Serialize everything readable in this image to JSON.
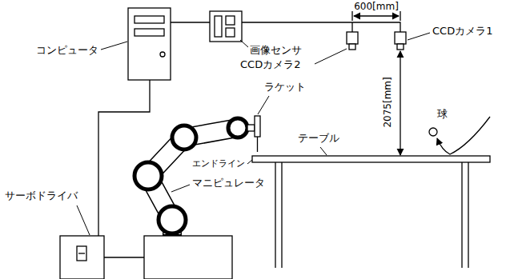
{
  "diagram": {
    "labels": [
      "600[mm]",
      "コンピュータ",
      "画像センサ",
      "CCDカメラ2",
      "CCDカメラ1",
      "ラケット",
      "テーブル",
      "2075[mm]",
      "球",
      "エンドライン",
      "マニピュレータ",
      "サーボドライバ"
    ]
  }
}
